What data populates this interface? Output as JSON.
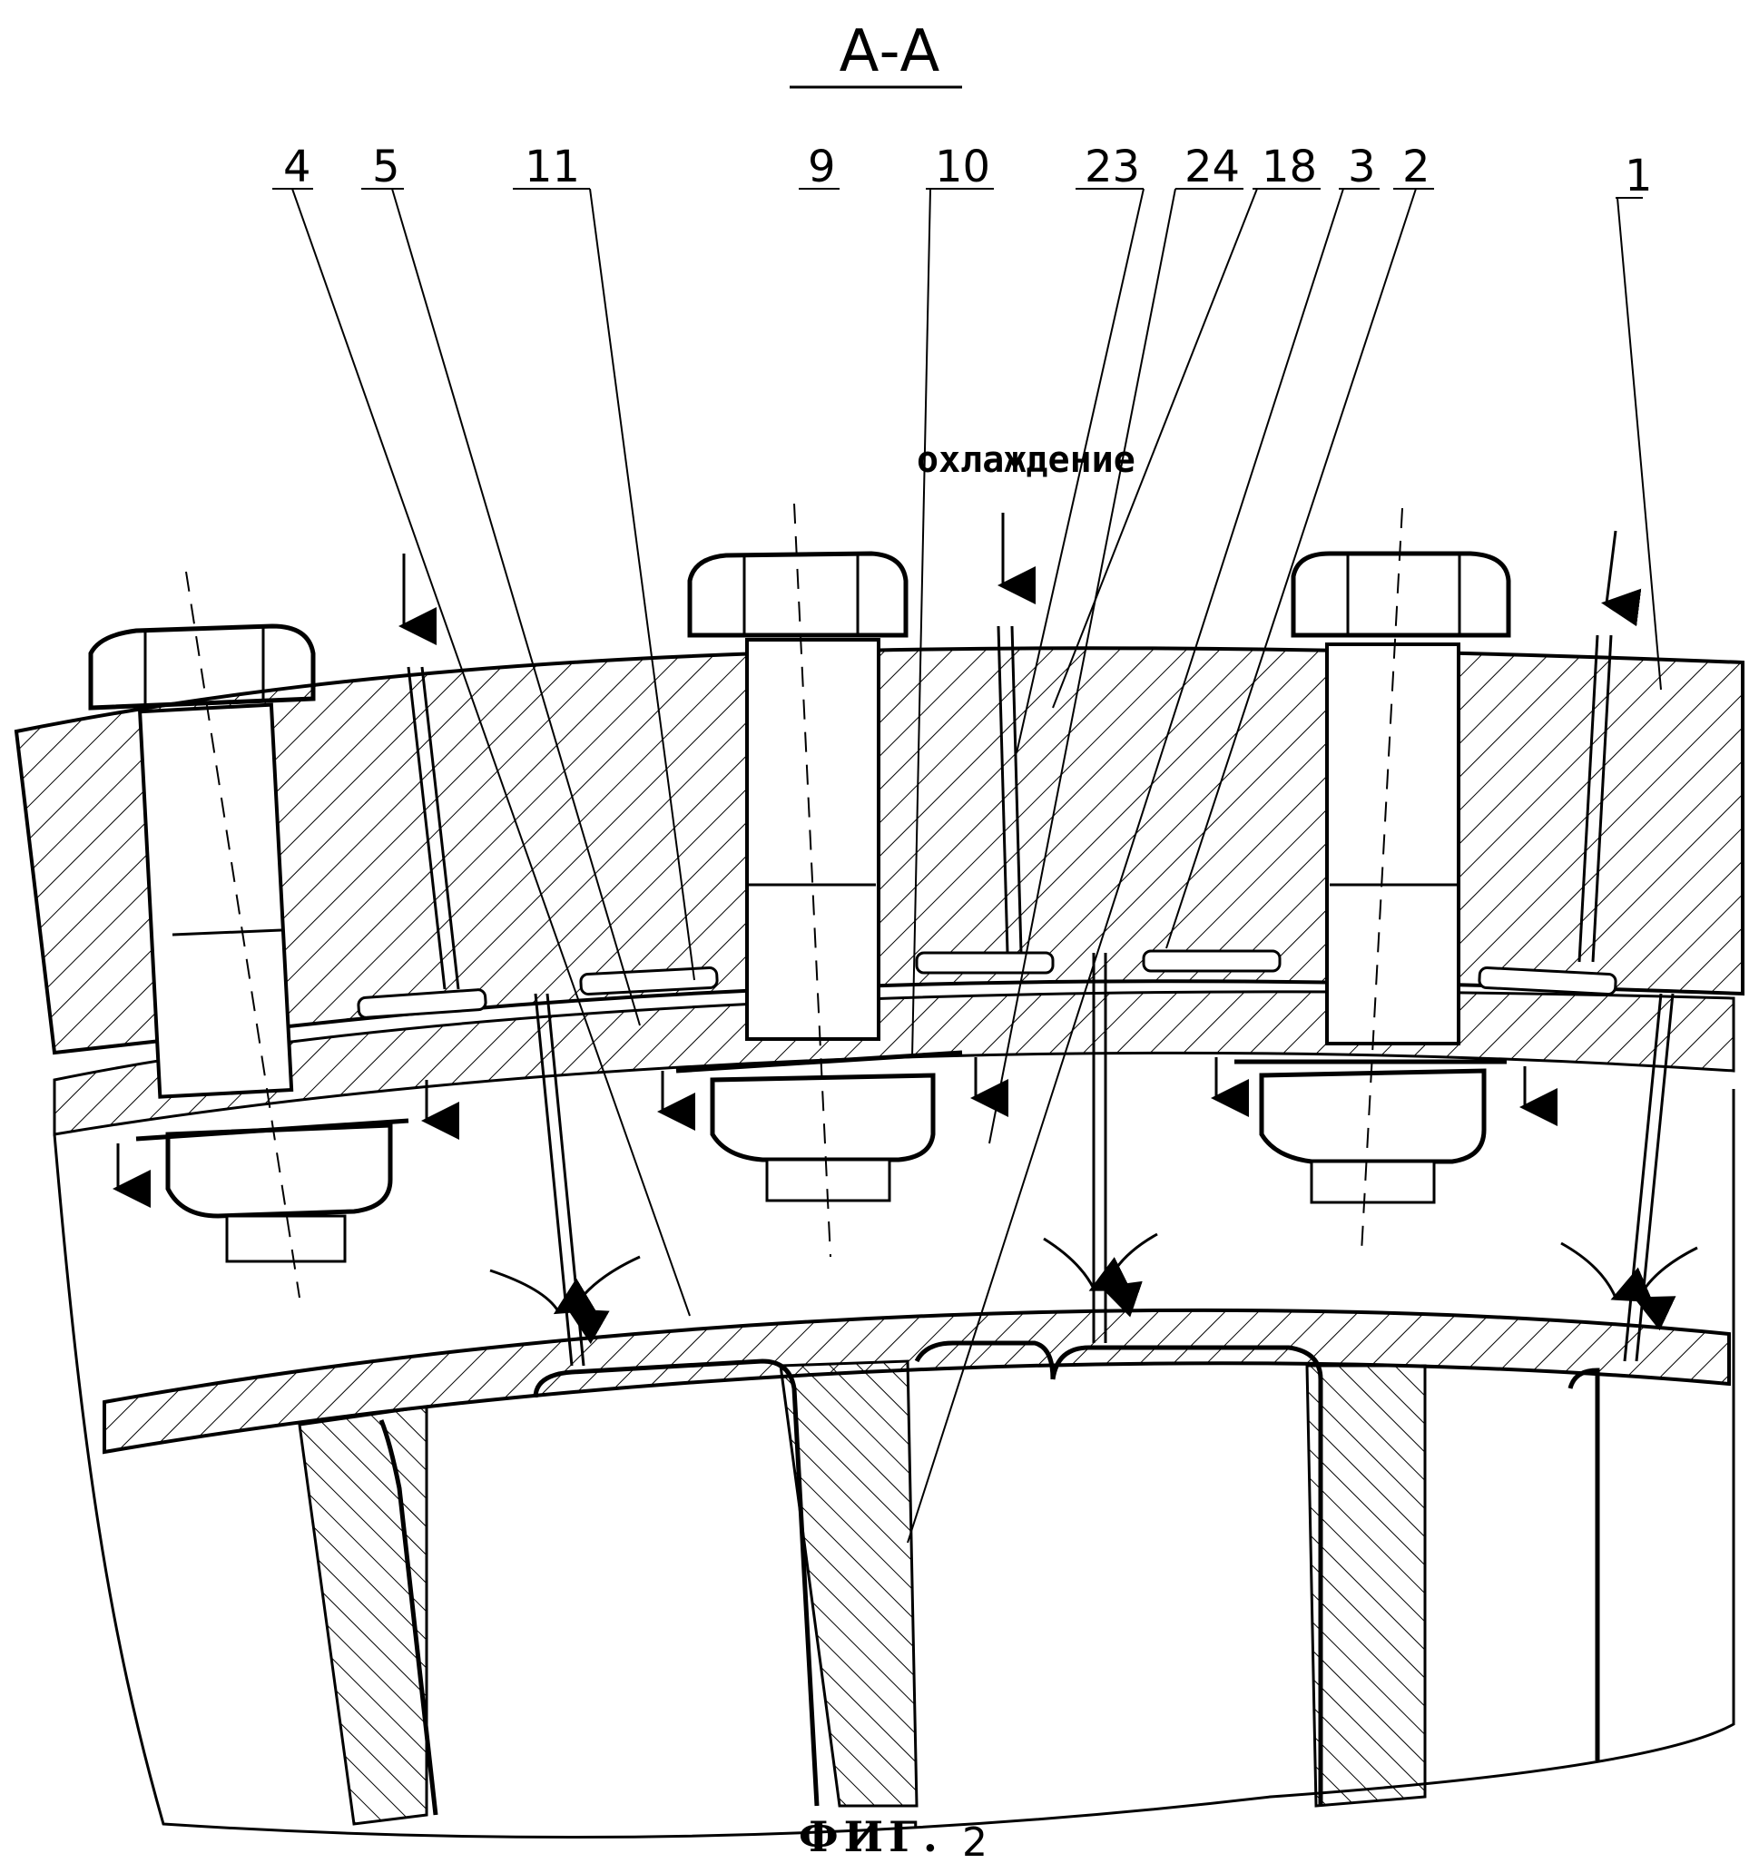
{
  "section_title": "А-А",
  "cooling_label": "охлаждение",
  "figure_caption": "ФИГ.",
  "figure_number": "2",
  "leader_labels": [
    {
      "id": "4",
      "text": "4"
    },
    {
      "id": "5",
      "text": "5"
    },
    {
      "id": "11",
      "text": "11"
    },
    {
      "id": "9",
      "text": "9"
    },
    {
      "id": "10",
      "text": "10"
    },
    {
      "id": "23",
      "text": "23"
    },
    {
      "id": "24",
      "text": "24"
    },
    {
      "id": "18",
      "text": "18"
    },
    {
      "id": "3",
      "text": "3"
    },
    {
      "id": "2",
      "text": "2"
    },
    {
      "id": "1",
      "text": "1"
    }
  ]
}
